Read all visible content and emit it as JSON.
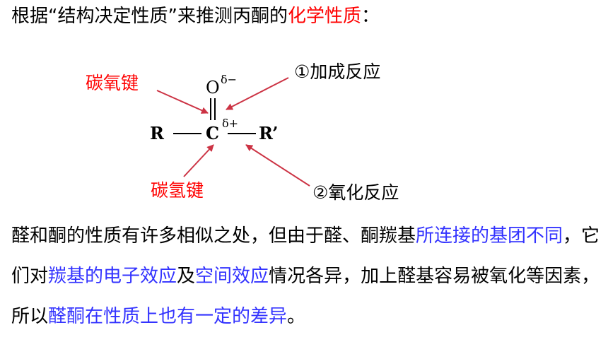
{
  "title": {
    "prefix": "根据“结构决定性质”来推测丙酮的",
    "highlight": "化学性质",
    "suffix": "："
  },
  "diagram": {
    "labels": {
      "carbon_oxygen_bond": "碳氧键",
      "addition_reaction": "①加成反应",
      "carbon_hydrogen_bond": "碳氢键",
      "oxidation_reaction": "②氧化反应"
    },
    "atoms": {
      "oxygen": "O",
      "carbon": "C",
      "r_left": "R",
      "r_right": "R’"
    },
    "charges": {
      "oxygen": "δ−",
      "carbon": "δ+"
    },
    "arrow_color": "#cc3344"
  },
  "paragraph": {
    "part1": "醛和酮的性质有许多相似之处，但由于醛、酮羰基",
    "part2_blue": "所连接的基团不同",
    "part3": "，它们对",
    "part4_blue": "羰基的电子效应",
    "part5": "及",
    "part6_blue": "空间效应",
    "part7": "情况各异，加上醛基容易被氧化等因素，所以",
    "part8_blue": "醛酮在性质上也有一定的差异",
    "part9": "。"
  }
}
